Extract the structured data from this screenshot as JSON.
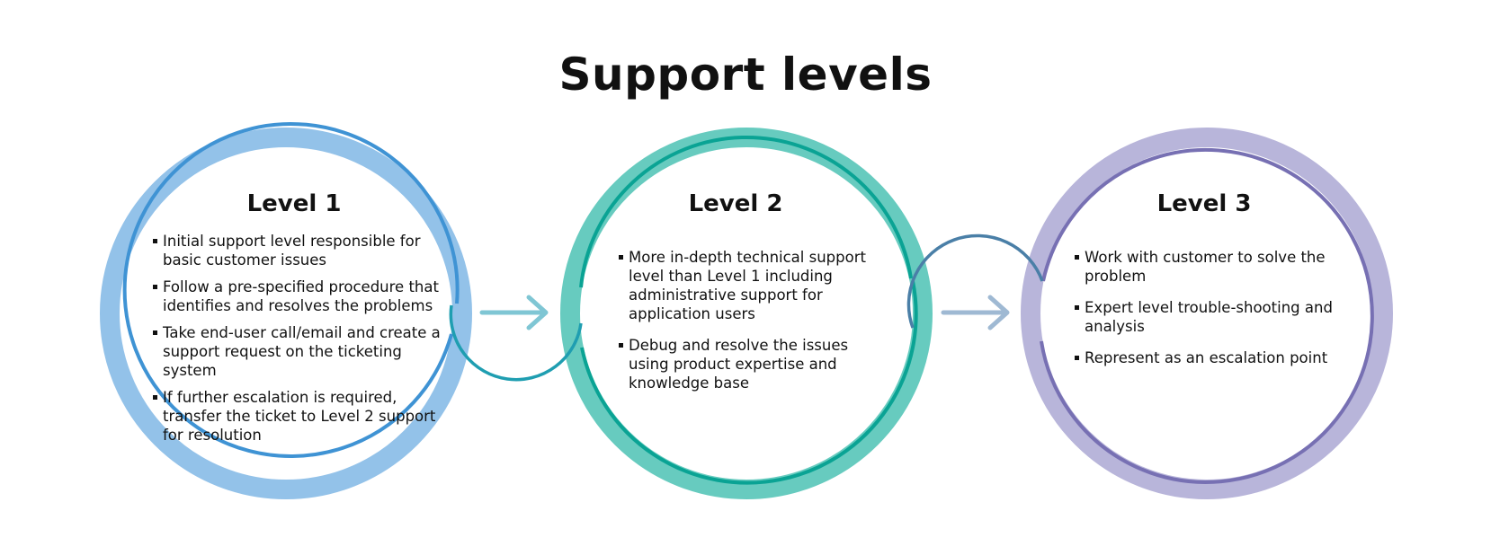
{
  "title": "Support levels",
  "colors": {
    "level1_outer": "#93c2e9",
    "level1_inner": "#3f93d4",
    "level2_outer": "#67cbbf",
    "level2_inner": "#0aa394",
    "level3_outer": "#b8b5da",
    "level3_inner": "#7770b3",
    "arrow1": "#7fc6d4",
    "arrow2": "#9fb9d3",
    "connector1": "#1f9eb1",
    "connector2": "#4a7fa7"
  },
  "levels": [
    {
      "heading": "Level 1",
      "bullets": [
        "Initial support level responsible for basic customer issues",
        "Follow a pre-specified procedure that identifies and resolves the problems",
        "Take end-user call/email and create a support request on the ticketing system",
        "If further escalation is required, transfer the ticket to Level 2 support for resolution"
      ]
    },
    {
      "heading": "Level 2",
      "bullets": [
        "More in-depth technical support level than Level 1 including administrative support for application users",
        "Debug and resolve the issues using product expertise and knowledge base"
      ]
    },
    {
      "heading": "Level 3",
      "bullets": [
        "Work with customer to solve the problem",
        "Expert level trouble-shooting and analysis",
        "Represent as an escalation point"
      ]
    }
  ]
}
